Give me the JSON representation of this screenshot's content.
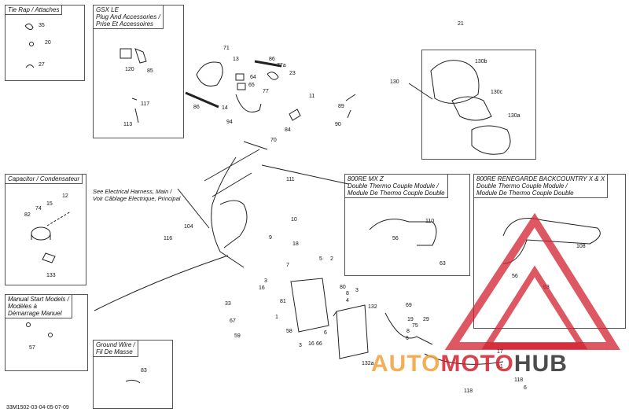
{
  "insets": {
    "tie_rap": {
      "title": "Tie Rap / Attaches",
      "parts": [
        "35",
        "20",
        "27"
      ]
    },
    "gsx_le": {
      "title": "GSX LE\nPlug And Accessories /\nPrise Et Accessoires",
      "parts": [
        "120",
        "85",
        "117",
        "113"
      ]
    },
    "capacitor": {
      "title": "Capacitor / Condensateur",
      "parts": [
        "82",
        "74",
        "15",
        "12",
        "133"
      ]
    },
    "manual_start": {
      "title": "Manual Start Models /\nModèles à\nDémarrage Manuel",
      "parts": [
        "57"
      ]
    },
    "ground_wire": {
      "title": "Ground Wire /\nFil De Masse",
      "parts": [
        "83"
      ]
    },
    "mxz": {
      "title": "800RE MX Z\nDouble Thermo Couple Module /\nModule De Thermo Couple Double",
      "parts": [
        "110",
        "56",
        "63"
      ]
    },
    "renegade": {
      "title": "800RE RENEGARDE BACKCOUNTRY X & X\nDouble Thermo Couple Module /\nModule De Thermo Couple Double",
      "parts": [
        "108",
        "56",
        "63"
      ]
    }
  },
  "main_note": "See Electrical Harness, Main /\nVoir Câblage Electrique, Principal",
  "main_parts": [
    "71",
    "13",
    "86",
    "77a",
    "23",
    "64",
    "65",
    "77",
    "86",
    "14",
    "94",
    "11",
    "84",
    "89",
    "90",
    "70",
    "111",
    "104",
    "10",
    "9",
    "116",
    "18",
    "7",
    "5",
    "2",
    "3",
    "16",
    "80",
    "81",
    "1",
    "58",
    "3",
    "16",
    "66",
    "6",
    "67",
    "59",
    "33",
    "132",
    "69",
    "19",
    "75",
    "29",
    "132a",
    "17",
    "91",
    "118",
    "118",
    "6",
    "130",
    "130b",
    "130c",
    "130a",
    "21",
    "8",
    "8",
    "4",
    "3",
    "6"
  ],
  "ref_code": "33M1502-03-04-05-07-09",
  "watermark": {
    "word1": "AUTO",
    "word2": "MOTO",
    "word3": "HUB",
    "color1": "#f2a23a",
    "color2": "#d2202f",
    "color3": "#2d2d2d"
  }
}
